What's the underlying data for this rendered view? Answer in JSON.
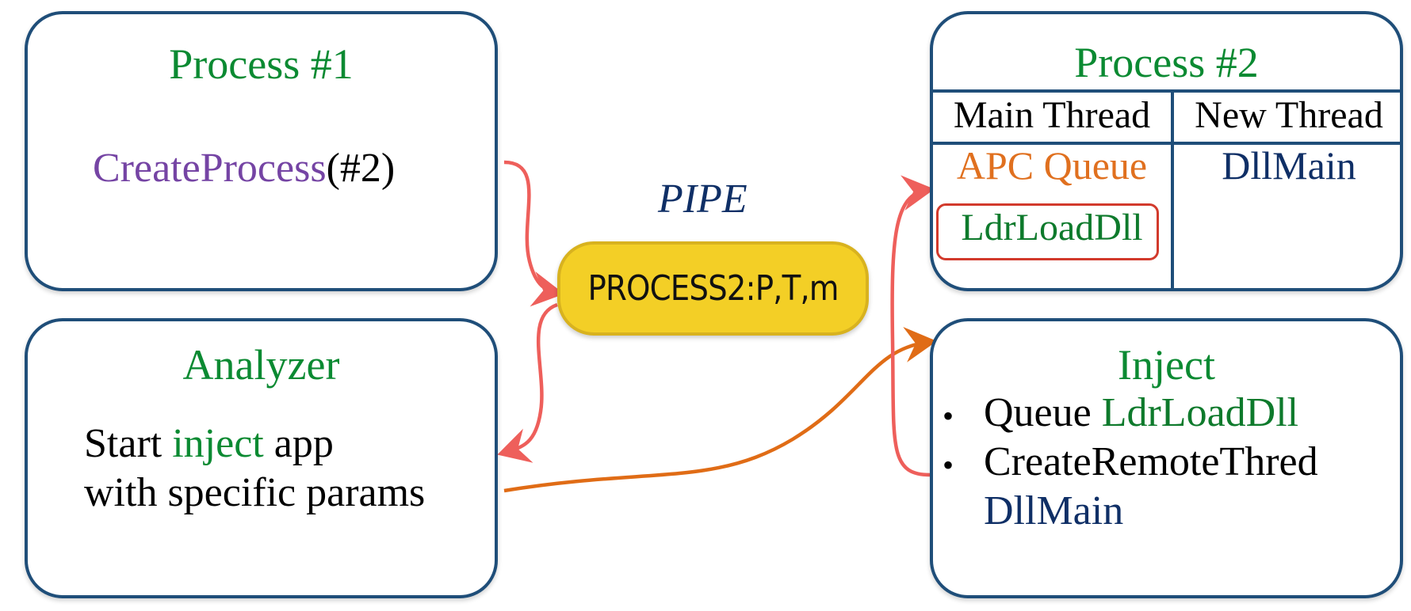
{
  "process1": {
    "title": "Process #1",
    "call_name": "CreateProcess",
    "call_arg": "(#2)"
  },
  "analyzer": {
    "title": "Analyzer",
    "line1_prefix": "Start ",
    "line1_highlight": "inject",
    "line1_suffix": " app",
    "line2": "with specific params"
  },
  "pipe": {
    "label": "PIPE",
    "content": "PROCESS2:P,T,m"
  },
  "process2": {
    "title": "Process #2",
    "columns": [
      "Main Thread",
      "New Thread"
    ],
    "main_thread_items": [
      "APC Queue",
      "LdrLoadDll"
    ],
    "new_thread_items": [
      "DllMain"
    ]
  },
  "inject": {
    "title": "Inject",
    "bullet_marker": "•",
    "item1_prefix": "Queue ",
    "item1_highlight": "LdrLoadDll",
    "item2_line1": "CreateRemoteThred",
    "item2_line2": "DllMain"
  },
  "colors": {
    "box_border": "#1f4e79",
    "title_green": "#0b8a32",
    "call_purple": "#7544a4",
    "navy": "#0f2f66",
    "apc_orange": "#e0701f",
    "pipe_fill": "#f3cf26",
    "arrow_red": "#ee5f5b",
    "arrow_orange": "#e06c16",
    "highlight_red": "#d23a2c"
  }
}
